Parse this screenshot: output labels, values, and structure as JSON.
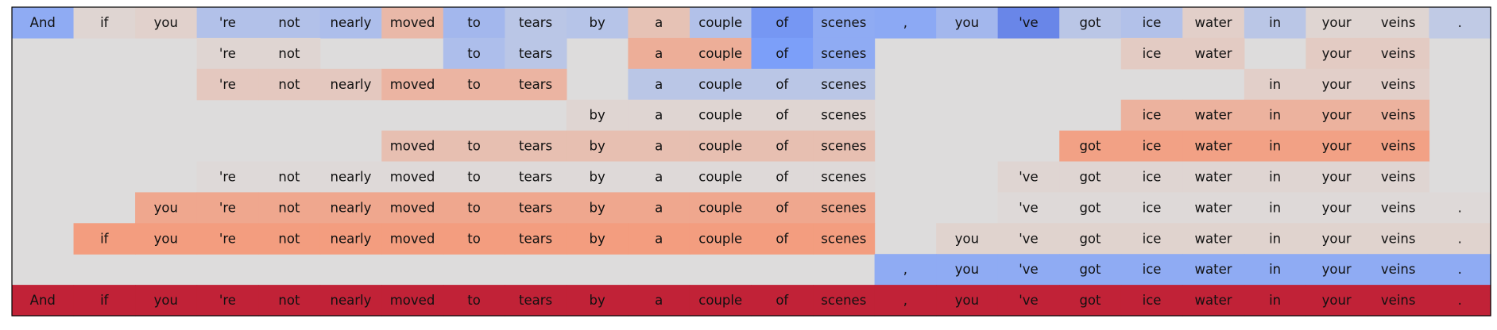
{
  "chart_data": {
    "type": "heatmap",
    "title": "",
    "xlabel": "",
    "ylabel": "",
    "legend": "none",
    "colormap": "coolwarm",
    "value_range": [
      -1,
      1
    ],
    "tokens": [
      "And",
      "if",
      "you",
      "'re",
      "not",
      "nearly",
      "moved",
      "to",
      "tears",
      "by",
      "a",
      "couple",
      "of",
      "scenes",
      ",",
      "you",
      "'ve",
      "got",
      "ice",
      "water",
      "in",
      "your",
      "veins",
      "."
    ],
    "rows": [
      {
        "shown": [
          1,
          1,
          1,
          1,
          1,
          1,
          1,
          1,
          1,
          1,
          1,
          1,
          1,
          1,
          1,
          1,
          1,
          1,
          1,
          1,
          1,
          1,
          1,
          1
        ],
        "values": [
          -0.4,
          0.05,
          0.08,
          -0.22,
          -0.22,
          -0.25,
          0.27,
          -0.3,
          -0.18,
          -0.2,
          0.2,
          -0.22,
          -0.55,
          -0.4,
          -0.42,
          -0.3,
          -0.65,
          -0.18,
          -0.22,
          0.1,
          -0.18,
          0.05,
          0.05,
          -0.15
        ]
      },
      {
        "shown": [
          0,
          0,
          0,
          1,
          1,
          0,
          0,
          1,
          1,
          0,
          1,
          1,
          1,
          1,
          0,
          0,
          0,
          0,
          1,
          1,
          0,
          1,
          1,
          0
        ],
        "values": [
          null,
          null,
          null,
          0.05,
          0.05,
          null,
          null,
          -0.25,
          -0.18,
          null,
          0.35,
          0.35,
          -0.5,
          -0.4,
          null,
          null,
          null,
          null,
          0.13,
          0.13,
          null,
          0.13,
          0.13,
          null
        ]
      },
      {
        "shown": [
          0,
          0,
          0,
          1,
          1,
          1,
          1,
          1,
          1,
          0,
          1,
          1,
          1,
          1,
          0,
          0,
          0,
          0,
          0,
          0,
          1,
          1,
          1,
          0
        ],
        "values": [
          null,
          null,
          null,
          0.15,
          0.15,
          0.15,
          0.3,
          0.3,
          0.3,
          null,
          -0.18,
          -0.18,
          -0.18,
          -0.18,
          null,
          null,
          null,
          null,
          null,
          null,
          0.1,
          0.1,
          0.1,
          null
        ]
      },
      {
        "shown": [
          0,
          0,
          0,
          0,
          0,
          0,
          0,
          0,
          0,
          1,
          1,
          1,
          1,
          1,
          0,
          0,
          0,
          0,
          1,
          1,
          1,
          1,
          1,
          0
        ],
        "values": [
          null,
          null,
          null,
          null,
          null,
          null,
          null,
          null,
          null,
          0.05,
          0.05,
          0.05,
          0.05,
          0.05,
          null,
          null,
          null,
          null,
          0.32,
          0.32,
          0.32,
          0.32,
          0.32,
          null
        ]
      },
      {
        "shown": [
          0,
          0,
          0,
          0,
          0,
          0,
          1,
          1,
          1,
          1,
          1,
          1,
          1,
          1,
          0,
          0,
          0,
          1,
          1,
          1,
          1,
          1,
          1,
          0
        ],
        "values": [
          null,
          null,
          null,
          null,
          null,
          null,
          0.22,
          0.22,
          0.22,
          0.22,
          0.22,
          0.22,
          0.22,
          0.22,
          null,
          null,
          null,
          0.45,
          0.45,
          0.45,
          0.45,
          0.45,
          0.45,
          null
        ]
      },
      {
        "shown": [
          0,
          0,
          0,
          1,
          1,
          1,
          1,
          1,
          1,
          1,
          1,
          1,
          1,
          1,
          0,
          0,
          1,
          1,
          1,
          1,
          1,
          1,
          1,
          0
        ],
        "values": [
          null,
          null,
          null,
          0.02,
          0.02,
          0.02,
          0.02,
          0.02,
          0.02,
          0.02,
          0.02,
          0.02,
          0.02,
          0.02,
          null,
          null,
          0.05,
          0.05,
          0.05,
          0.05,
          0.05,
          0.05,
          0.05,
          null
        ]
      },
      {
        "shown": [
          0,
          0,
          1,
          1,
          1,
          1,
          1,
          1,
          1,
          1,
          1,
          1,
          1,
          1,
          0,
          0,
          1,
          1,
          1,
          1,
          1,
          1,
          1,
          1
        ],
        "values": [
          null,
          null,
          0.4,
          0.4,
          0.4,
          0.4,
          0.4,
          0.4,
          0.4,
          0.4,
          0.4,
          0.4,
          0.4,
          0.4,
          null,
          null,
          0.02,
          0.02,
          0.02,
          0.02,
          0.02,
          0.02,
          0.02,
          0.02
        ]
      },
      {
        "shown": [
          0,
          1,
          1,
          1,
          1,
          1,
          1,
          1,
          1,
          1,
          1,
          1,
          1,
          1,
          0,
          1,
          1,
          1,
          1,
          1,
          1,
          1,
          1,
          1
        ],
        "values": [
          null,
          0.48,
          0.48,
          0.48,
          0.48,
          0.48,
          0.48,
          0.48,
          0.48,
          0.48,
          0.48,
          0.48,
          0.48,
          0.48,
          null,
          0.07,
          0.07,
          0.07,
          0.07,
          0.07,
          0.07,
          0.07,
          0.07,
          0.07
        ]
      },
      {
        "shown": [
          0,
          0,
          0,
          0,
          0,
          0,
          0,
          0,
          0,
          0,
          0,
          0,
          0,
          0,
          1,
          1,
          1,
          1,
          1,
          1,
          1,
          1,
          1,
          1
        ],
        "values": [
          null,
          null,
          null,
          null,
          null,
          null,
          null,
          null,
          null,
          null,
          null,
          null,
          null,
          null,
          -0.4,
          -0.4,
          -0.4,
          -0.4,
          -0.4,
          -0.4,
          -0.4,
          -0.4,
          -0.4,
          -0.4
        ]
      },
      {
        "shown": [
          1,
          1,
          1,
          1,
          1,
          1,
          1,
          1,
          1,
          1,
          1,
          1,
          1,
          1,
          1,
          1,
          1,
          1,
          1,
          1,
          1,
          1,
          1,
          1
        ],
        "values": [
          0.9,
          0.9,
          0.9,
          0.9,
          0.9,
          0.9,
          0.9,
          0.9,
          0.9,
          0.9,
          0.9,
          0.9,
          0.9,
          0.9,
          0.9,
          0.9,
          0.9,
          0.9,
          0.9,
          0.9,
          0.9,
          0.9,
          0.9,
          0.9
        ]
      }
    ]
  }
}
